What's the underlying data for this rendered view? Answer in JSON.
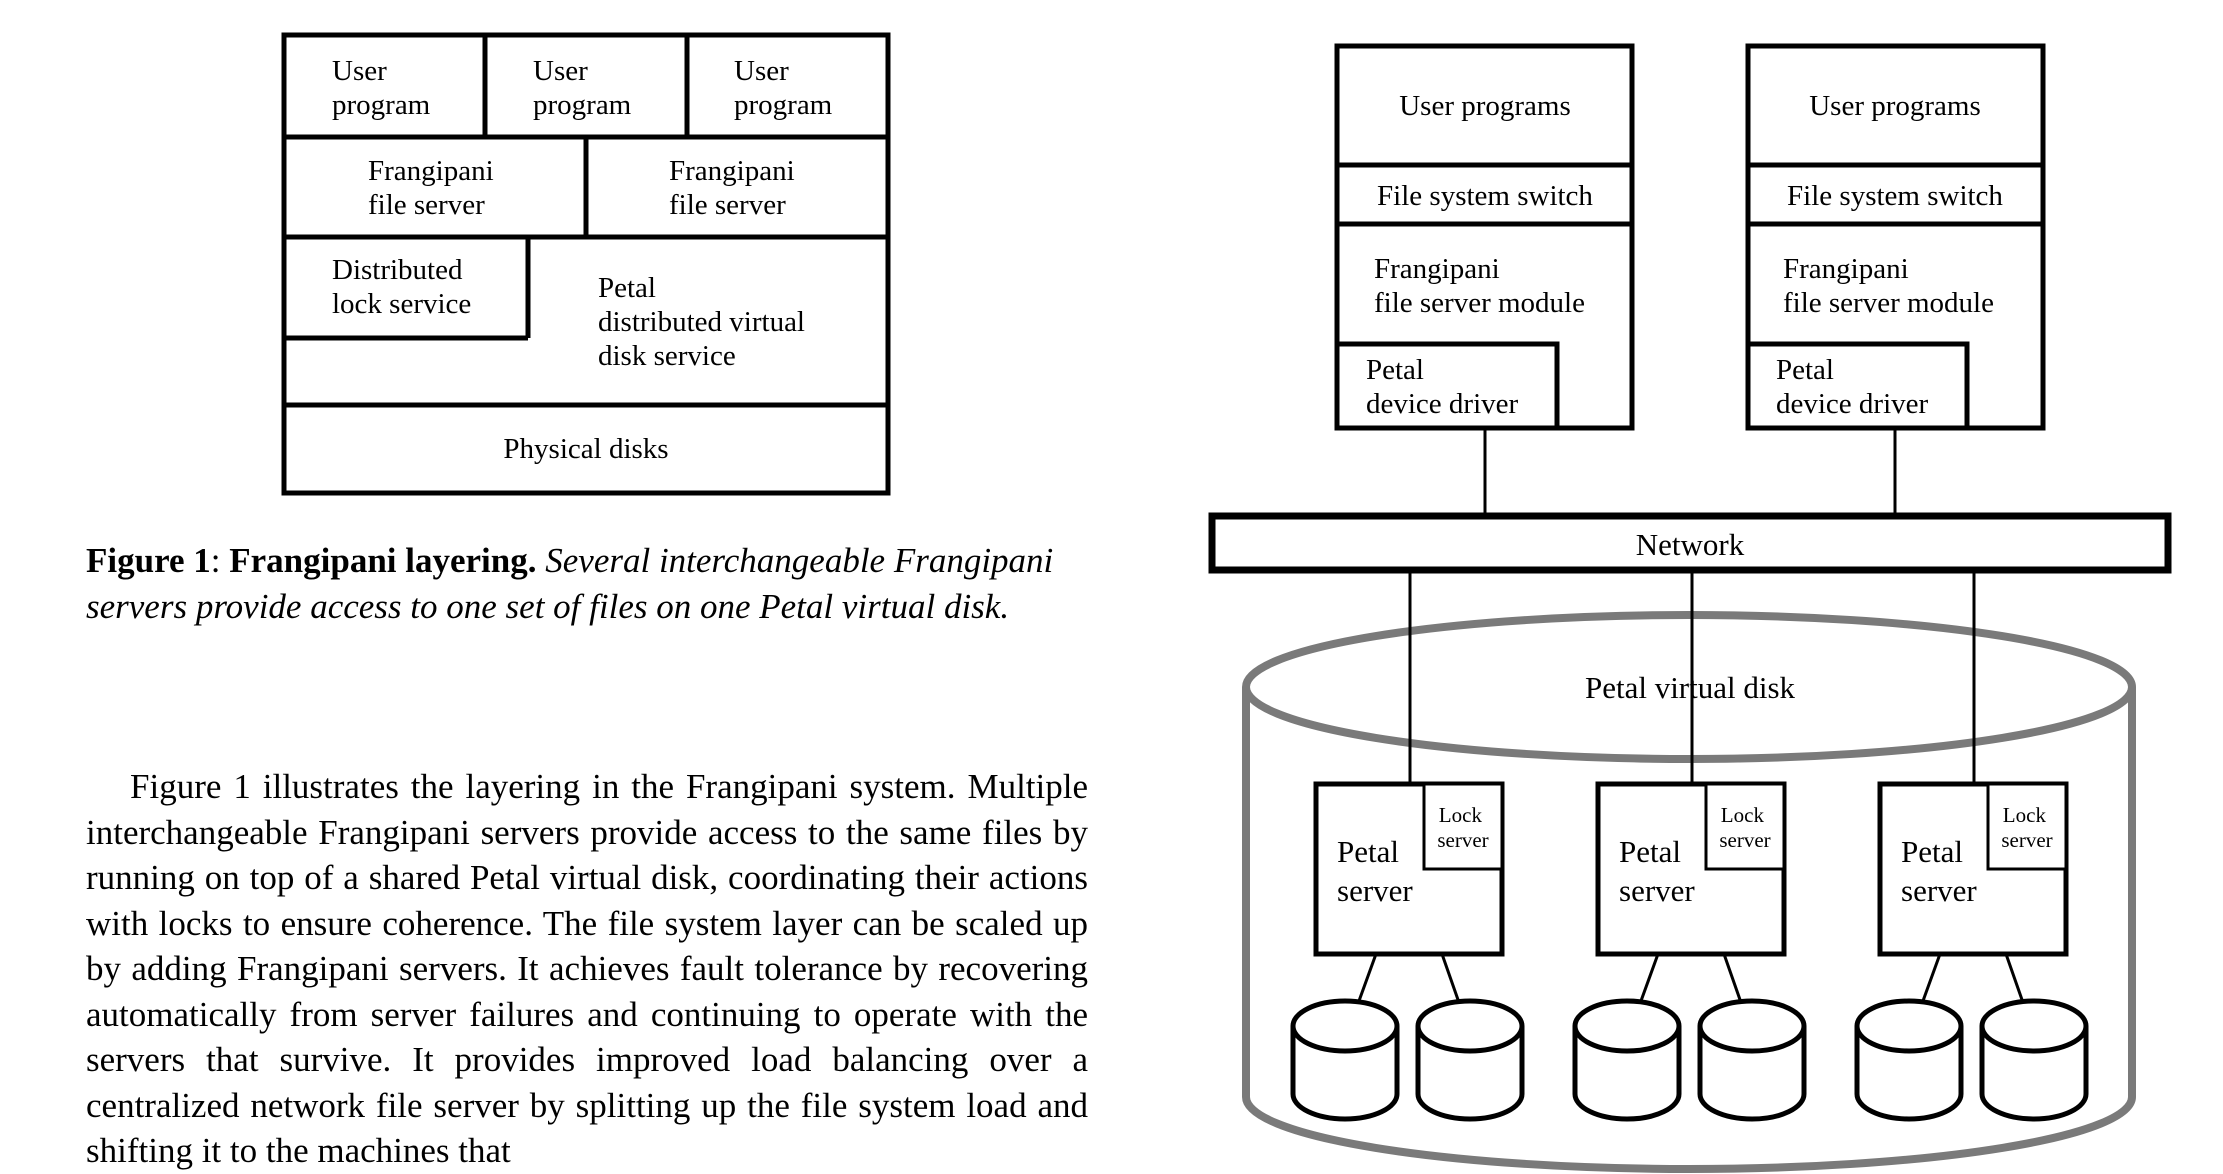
{
  "figure1": {
    "user_program_1": [
      "User",
      "program"
    ],
    "user_program_2": [
      "User",
      "program"
    ],
    "user_program_3": [
      "User",
      "program"
    ],
    "frangipani_1": [
      "Frangipani",
      "file server"
    ],
    "frangipani_2": [
      "Frangipani",
      "file server"
    ],
    "lock_service": [
      "Distributed",
      "lock service"
    ],
    "petal_service": [
      "Petal",
      "distributed virtual",
      "disk service"
    ],
    "physical_disks": "Physical disks"
  },
  "caption": {
    "number": "Figure 1",
    "separator": ": ",
    "title": "Frangipani layering.",
    "text": "Several interchangeable Frangipani servers provide access to one set of files on one Petal virtual disk."
  },
  "body": {
    "paragraph": "Figure 1 illustrates the layering in the Frangipani system. Multiple interchangeable Frangipani servers provide access to the same files by running on top of a shared Petal virtual disk, coordinating their actions with locks to ensure coherence. The file system layer can be scaled up by adding Frangipani servers. It achieves fault tolerance by recovering automatically from server failures and continuing to operate with the servers that survive. It provides improved load balancing over a centralized network file server by splitting up the file system load and shifting it to the machines that"
  },
  "figure2": {
    "clients": [
      {
        "user_programs": "User programs",
        "fs_switch": "File system switch",
        "module": [
          "Frangipani",
          "file server module"
        ],
        "driver": [
          "Petal",
          "device driver"
        ]
      },
      {
        "user_programs": "User programs",
        "fs_switch": "File system switch",
        "module": [
          "Frangipani",
          "file server module"
        ],
        "driver": [
          "Petal",
          "device driver"
        ]
      }
    ],
    "network": "Network",
    "virtual_disk": "Petal virtual disk",
    "servers": [
      {
        "name": [
          "Petal",
          "server"
        ],
        "lock": [
          "Lock",
          "server"
        ]
      },
      {
        "name": [
          "Petal",
          "server"
        ],
        "lock": [
          "Lock",
          "server"
        ]
      },
      {
        "name": [
          "Petal",
          "server"
        ],
        "lock": [
          "Lock",
          "server"
        ]
      }
    ],
    "colors": {
      "line": "#000000",
      "cylinder": "#7a7a7a"
    }
  }
}
